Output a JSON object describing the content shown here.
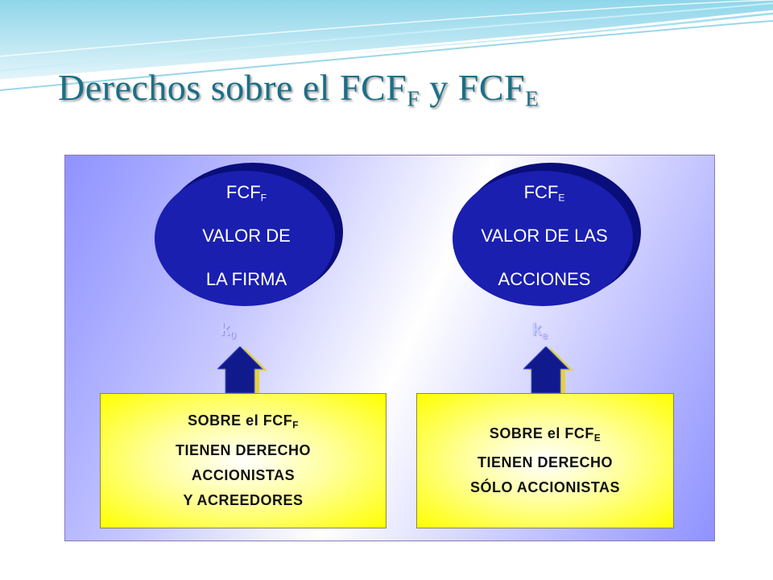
{
  "colors": {
    "title": "#1c6f86",
    "ellipse": "#1a1fb0",
    "ellipse_shadow": "#0a0e7a",
    "box": "#ffff00",
    "arrow_blue": "#101a8c",
    "arrow_gold": "#e6d23a"
  },
  "title": {
    "text": "Derechos sobre el FCF",
    "sub1": "F",
    "connector": " y FCF",
    "sub2": "E"
  },
  "left": {
    "ellipse": {
      "line1": "FCF",
      "line1_sub": "F",
      "line2": "VALOR DE",
      "line3": "LA FIRMA"
    },
    "rate": {
      "symbol": "k",
      "sub": "0"
    },
    "box": {
      "line1": "SOBRE el FCF",
      "line1_sub": "F",
      "line2": "TIENEN DERECHO",
      "line3": "ACCIONISTAS",
      "line4": "Y ACREEDORES"
    }
  },
  "right": {
    "ellipse": {
      "line1": "FCF",
      "line1_sub": "E",
      "line2": "VALOR DE LAS",
      "line3": "ACCIONES"
    },
    "rate": {
      "symbol": "k",
      "sub": "e"
    },
    "box": {
      "line1": "SOBRE el FCF",
      "line1_sub": "E",
      "line2": "TIENEN DERECHO",
      "line3": "SÓLO ACCIONISTAS"
    }
  }
}
